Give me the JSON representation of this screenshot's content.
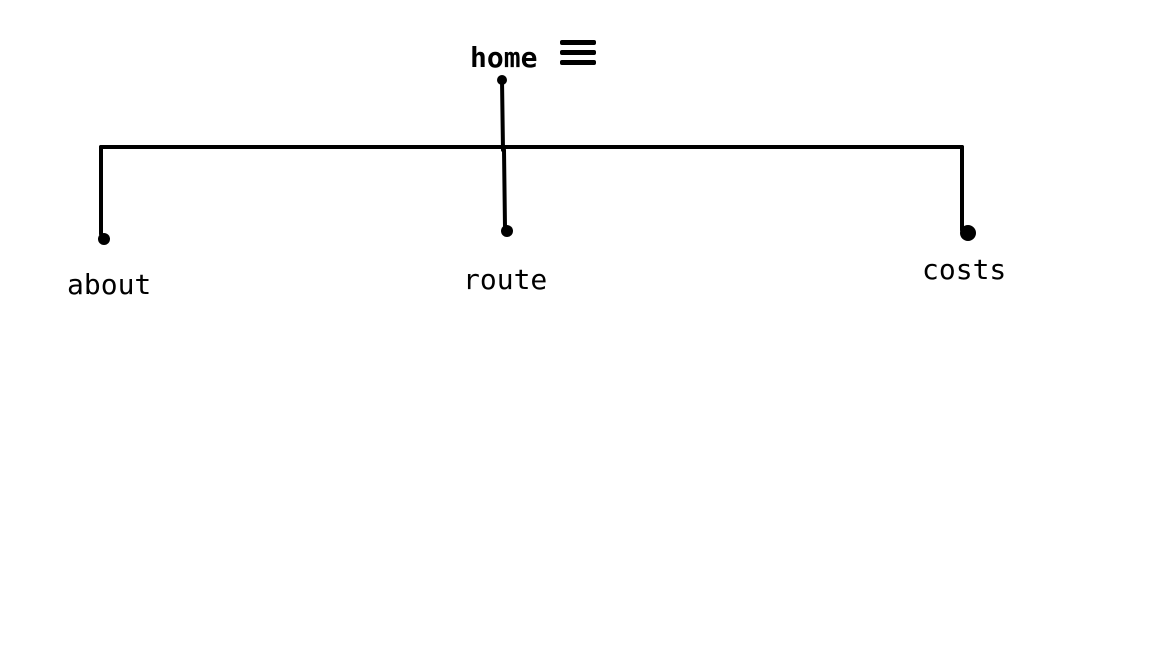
{
  "sitemap": {
    "root": {
      "label": "home",
      "menu_icon": "hamburger-menu-icon"
    },
    "children": [
      {
        "label": "about"
      },
      {
        "label": "route"
      },
      {
        "label": "costs"
      }
    ]
  },
  "colors": {
    "line": "#000000",
    "background": "#ffffff"
  }
}
